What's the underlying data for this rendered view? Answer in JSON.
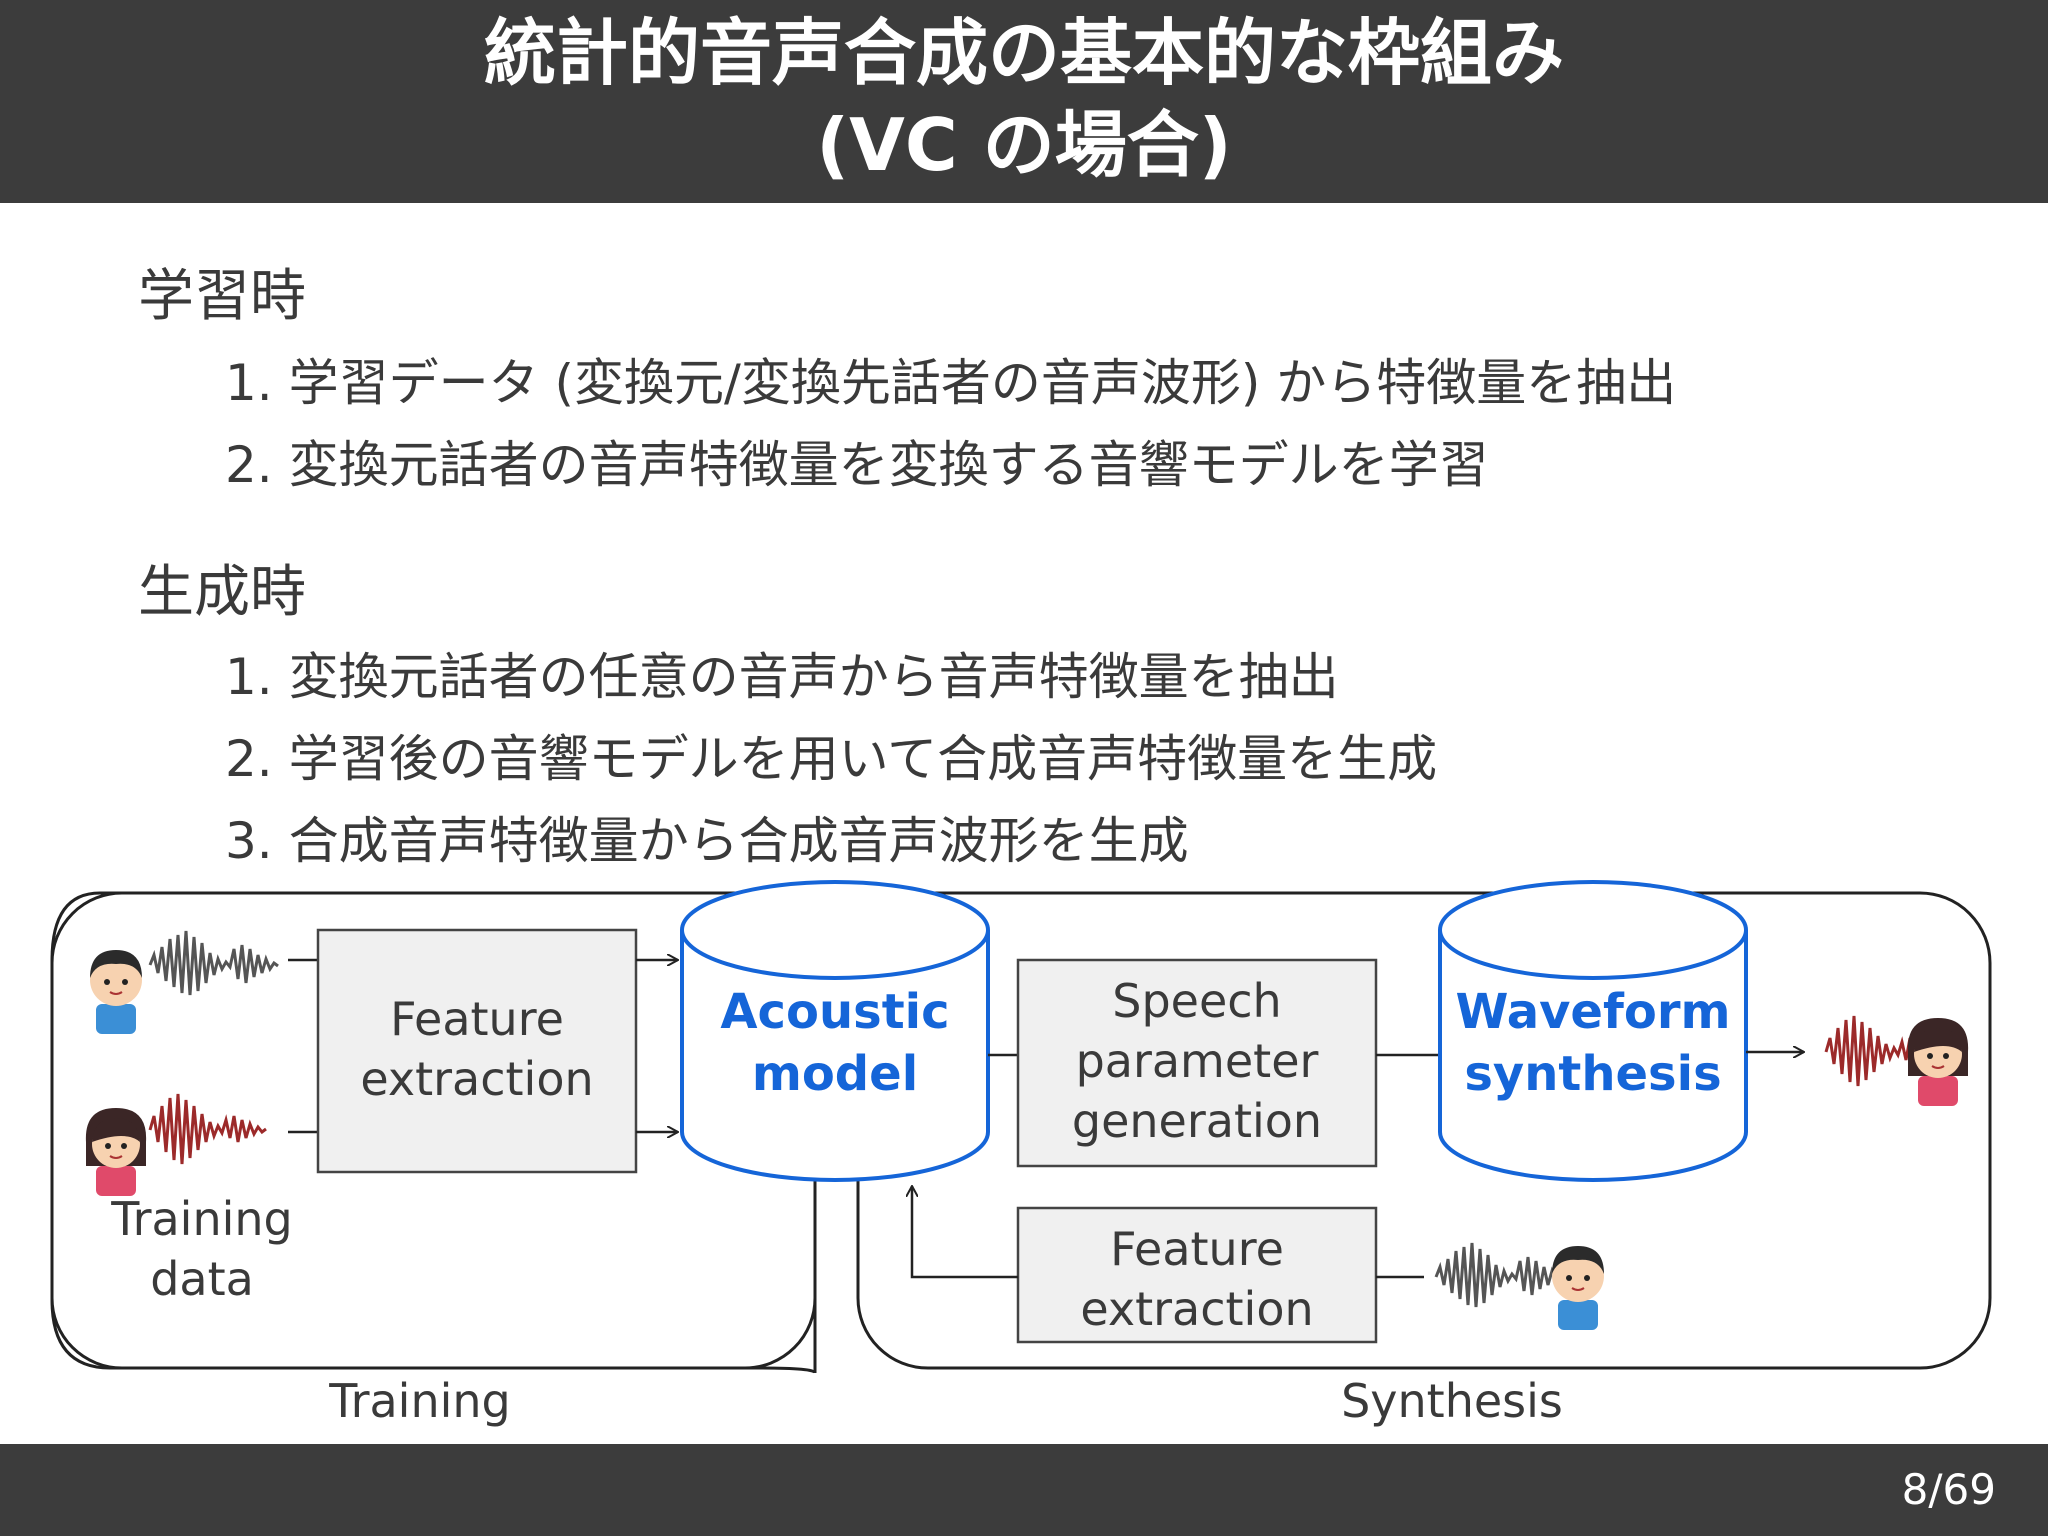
{
  "header": {
    "title_line1": "統計的音声合成の基本的な枠組み",
    "title_line2": "(VC の場合)"
  },
  "training_section": {
    "heading": "学習時",
    "steps": [
      "1. 学習データ (変換元/変換先話者の音声波形) から特徴量を抽出",
      "2. 変換元話者の音声特徴量を変換する音響モデルを学習"
    ]
  },
  "synthesis_section": {
    "heading": "生成時",
    "steps": [
      "1. 変換元話者の任意の音声から音声特徴量を抽出",
      "2. 学習後の音響モデルを用いて合成音声特徴量を生成",
      "3. 合成音声特徴量から合成音声波形を生成"
    ]
  },
  "diagram": {
    "training_feature_extraction": [
      "Feature",
      "extraction"
    ],
    "training_data_label": [
      "Training",
      "data"
    ],
    "acoustic_model": [
      "Acoustic",
      "model"
    ],
    "speech_parameter_generation": [
      "Speech",
      "parameter",
      "generation"
    ],
    "synthesis_feature_extraction": [
      "Feature",
      "extraction"
    ],
    "waveform_synthesis": [
      "Waveform",
      "synthesis"
    ],
    "training_group_label": "Training",
    "synthesis_group_label": "Synthesis",
    "colors": {
      "accent_blue": "#1565d8",
      "waveform_gray": "#555555",
      "waveform_red": "#9c2a2a",
      "box_fill": "#f0f0f0"
    }
  },
  "footer": {
    "page": "8",
    "total": "/69"
  }
}
